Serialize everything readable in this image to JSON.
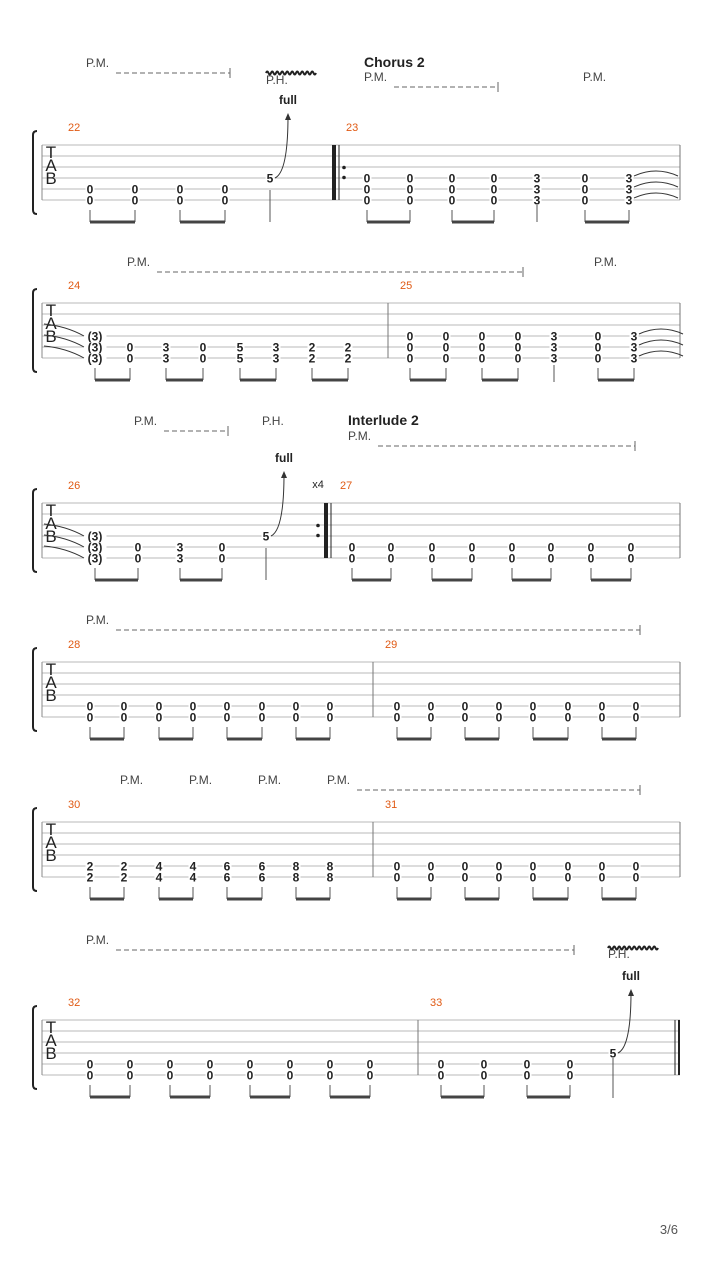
{
  "page": {
    "number": "3/6"
  },
  "labels": {
    "pm": "P.M.",
    "ph": "P.H.",
    "full": "full",
    "clef": [
      "T",
      "A",
      "B"
    ],
    "repeat": "x4"
  },
  "sections": [
    {
      "title": "Chorus 2"
    },
    {
      "title": "Interlude 2"
    }
  ],
  "colors": {
    "measure_number": "#e05a14",
    "staff_line": "#b8b8b8",
    "ink": "#222222",
    "pm_dash": "#666666"
  },
  "systems": [
    {
      "pm": [
        {
          "text": "P.M.",
          "dashed": true
        },
        {
          "text": "P.M.",
          "dashed": true
        },
        {
          "text": "P.M.",
          "dashed": false
        }
      ],
      "ph": [
        {
          "text": "P.H."
        }
      ],
      "section": "Chorus 2",
      "bend": {
        "text": "full",
        "fret": "5"
      },
      "measures": [
        {
          "number": "22",
          "beats": [
            [
              "",
              "",
              "",
              "",
              "0",
              "0"
            ],
            [
              "",
              "",
              "",
              "",
              "0",
              "0"
            ],
            [
              "",
              "",
              "",
              "",
              "0",
              "0"
            ],
            [
              "",
              "",
              "",
              "",
              "0",
              "0"
            ],
            [
              "",
              "",
              "",
              "5",
              "",
              ""
            ]
          ]
        },
        {
          "number": "23",
          "repeat_start": true,
          "beats": [
            [
              "",
              "",
              "",
              "0",
              "0",
              "0"
            ],
            [
              "",
              "",
              "",
              "0",
              "0",
              "0"
            ],
            [
              "",
              "",
              "",
              "0",
              "0",
              "0"
            ],
            [
              "",
              "",
              "",
              "0",
              "0",
              "0"
            ],
            [
              "",
              "",
              "",
              "3",
              "3",
              "3"
            ],
            [
              "",
              "",
              "",
              "0",
              "0",
              "0"
            ],
            [
              "",
              "",
              "",
              "3",
              "3",
              "3"
            ]
          ]
        }
      ]
    },
    {
      "pm": [
        {
          "text": "P.M.",
          "dashed": true
        },
        {
          "text": "P.M.",
          "dashed": false
        }
      ],
      "measures": [
        {
          "number": "24",
          "beats": [
            [
              "",
              "",
              "",
              "(3)",
              "(3)",
              "(3)"
            ],
            [
              "",
              "",
              "",
              "",
              "0",
              "0"
            ],
            [
              "",
              "",
              "",
              "",
              "3",
              "3"
            ],
            [
              "",
              "",
              "",
              "",
              "0",
              "0"
            ],
            [
              "",
              "",
              "",
              "",
              "5",
              "5"
            ],
            [
              "",
              "",
              "",
              "",
              "3",
              "3"
            ],
            [
              "",
              "",
              "",
              "",
              "2",
              "2"
            ],
            [
              "",
              "",
              "",
              "",
              "2",
              "2"
            ]
          ]
        },
        {
          "number": "25",
          "beats": [
            [
              "",
              "",
              "",
              "0",
              "0",
              "0"
            ],
            [
              "",
              "",
              "",
              "0",
              "0",
              "0"
            ],
            [
              "",
              "",
              "",
              "0",
              "0",
              "0"
            ],
            [
              "",
              "",
              "",
              "0",
              "0",
              "0"
            ],
            [
              "",
              "",
              "",
              "3",
              "3",
              "3"
            ],
            [
              "",
              "",
              "",
              "0",
              "0",
              "0"
            ],
            [
              "",
              "",
              "",
              "3",
              "3",
              "3"
            ]
          ]
        }
      ]
    },
    {
      "pm": [
        {
          "text": "P.M.",
          "dashed": true
        },
        {
          "text": "P.M.",
          "dashed": true
        }
      ],
      "ph": [
        {
          "text": "P.H."
        }
      ],
      "section": "Interlude 2",
      "bend": {
        "text": "full",
        "fret": "5"
      },
      "repeat_count": "x4",
      "measures": [
        {
          "number": "26",
          "repeat_end": true,
          "beats": [
            [
              "",
              "",
              "",
              "(3)",
              "(3)",
              "(3)"
            ],
            [
              "",
              "",
              "",
              "",
              "0",
              "0"
            ],
            [
              "",
              "",
              "",
              "",
              "3",
              "3"
            ],
            [
              "",
              "",
              "",
              "",
              "0",
              "0"
            ],
            [
              "",
              "",
              "",
              "5",
              "",
              ""
            ]
          ]
        },
        {
          "number": "27",
          "beats": [
            [
              "",
              "",
              "",
              "",
              "0",
              "0"
            ],
            [
              "",
              "",
              "",
              "",
              "0",
              "0"
            ],
            [
              "",
              "",
              "",
              "",
              "0",
              "0"
            ],
            [
              "",
              "",
              "",
              "",
              "0",
              "0"
            ],
            [
              "",
              "",
              "",
              "",
              "0",
              "0"
            ],
            [
              "",
              "",
              "",
              "",
              "0",
              "0"
            ],
            [
              "",
              "",
              "",
              "",
              "0",
              "0"
            ],
            [
              "",
              "",
              "",
              "",
              "0",
              "0"
            ]
          ]
        }
      ]
    },
    {
      "pm": [
        {
          "text": "P.M.",
          "dashed": true
        }
      ],
      "measures": [
        {
          "number": "28",
          "beats": [
            [
              "",
              "",
              "",
              "",
              "0",
              "0"
            ],
            [
              "",
              "",
              "",
              "",
              "0",
              "0"
            ],
            [
              "",
              "",
              "",
              "",
              "0",
              "0"
            ],
            [
              "",
              "",
              "",
              "",
              "0",
              "0"
            ],
            [
              "",
              "",
              "",
              "",
              "0",
              "0"
            ],
            [
              "",
              "",
              "",
              "",
              "0",
              "0"
            ],
            [
              "",
              "",
              "",
              "",
              "0",
              "0"
            ],
            [
              "",
              "",
              "",
              "",
              "0",
              "0"
            ]
          ]
        },
        {
          "number": "29",
          "beats": [
            [
              "",
              "",
              "",
              "",
              "0",
              "0"
            ],
            [
              "",
              "",
              "",
              "",
              "0",
              "0"
            ],
            [
              "",
              "",
              "",
              "",
              "0",
              "0"
            ],
            [
              "",
              "",
              "",
              "",
              "0",
              "0"
            ],
            [
              "",
              "",
              "",
              "",
              "0",
              "0"
            ],
            [
              "",
              "",
              "",
              "",
              "0",
              "0"
            ],
            [
              "",
              "",
              "",
              "",
              "0",
              "0"
            ],
            [
              "",
              "",
              "",
              "",
              "0",
              "0"
            ]
          ]
        }
      ]
    },
    {
      "pm": [
        {
          "text": "P.M."
        },
        {
          "text": "P.M."
        },
        {
          "text": "P.M."
        },
        {
          "text": "P.M.",
          "dashed": true
        }
      ],
      "measures": [
        {
          "number": "30",
          "beats": [
            [
              "",
              "",
              "",
              "",
              "2",
              "2"
            ],
            [
              "",
              "",
              "",
              "",
              "2",
              "2"
            ],
            [
              "",
              "",
              "",
              "",
              "4",
              "4"
            ],
            [
              "",
              "",
              "",
              "",
              "4",
              "4"
            ],
            [
              "",
              "",
              "",
              "",
              "6",
              "6"
            ],
            [
              "",
              "",
              "",
              "",
              "6",
              "6"
            ],
            [
              "",
              "",
              "",
              "",
              "8",
              "8"
            ],
            [
              "",
              "",
              "",
              "",
              "8",
              "8"
            ]
          ]
        },
        {
          "number": "31",
          "beats": [
            [
              "",
              "",
              "",
              "",
              "0",
              "0"
            ],
            [
              "",
              "",
              "",
              "",
              "0",
              "0"
            ],
            [
              "",
              "",
              "",
              "",
              "0",
              "0"
            ],
            [
              "",
              "",
              "",
              "",
              "0",
              "0"
            ],
            [
              "",
              "",
              "",
              "",
              "0",
              "0"
            ],
            [
              "",
              "",
              "",
              "",
              "0",
              "0"
            ],
            [
              "",
              "",
              "",
              "",
              "0",
              "0"
            ],
            [
              "",
              "",
              "",
              "",
              "0",
              "0"
            ]
          ]
        }
      ]
    },
    {
      "pm": [
        {
          "text": "P.M.",
          "dashed": true
        }
      ],
      "ph": [
        {
          "text": "P.H."
        }
      ],
      "bend": {
        "text": "full",
        "fret": "5"
      },
      "measures": [
        {
          "number": "32",
          "beats": [
            [
              "",
              "",
              "",
              "",
              "0",
              "0"
            ],
            [
              "",
              "",
              "",
              "",
              "0",
              "0"
            ],
            [
              "",
              "",
              "",
              "",
              "0",
              "0"
            ],
            [
              "",
              "",
              "",
              "",
              "0",
              "0"
            ],
            [
              "",
              "",
              "",
              "",
              "0",
              "0"
            ],
            [
              "",
              "",
              "",
              "",
              "0",
              "0"
            ],
            [
              "",
              "",
              "",
              "",
              "0",
              "0"
            ],
            [
              "",
              "",
              "",
              "",
              "0",
              "0"
            ]
          ]
        },
        {
          "number": "33",
          "final": true,
          "beats": [
            [
              "",
              "",
              "",
              "",
              "0",
              "0"
            ],
            [
              "",
              "",
              "",
              "",
              "0",
              "0"
            ],
            [
              "",
              "",
              "",
              "",
              "0",
              "0"
            ],
            [
              "",
              "",
              "",
              "",
              "0",
              "0"
            ],
            [
              "",
              "",
              "",
              "5",
              "",
              ""
            ]
          ]
        }
      ]
    }
  ]
}
